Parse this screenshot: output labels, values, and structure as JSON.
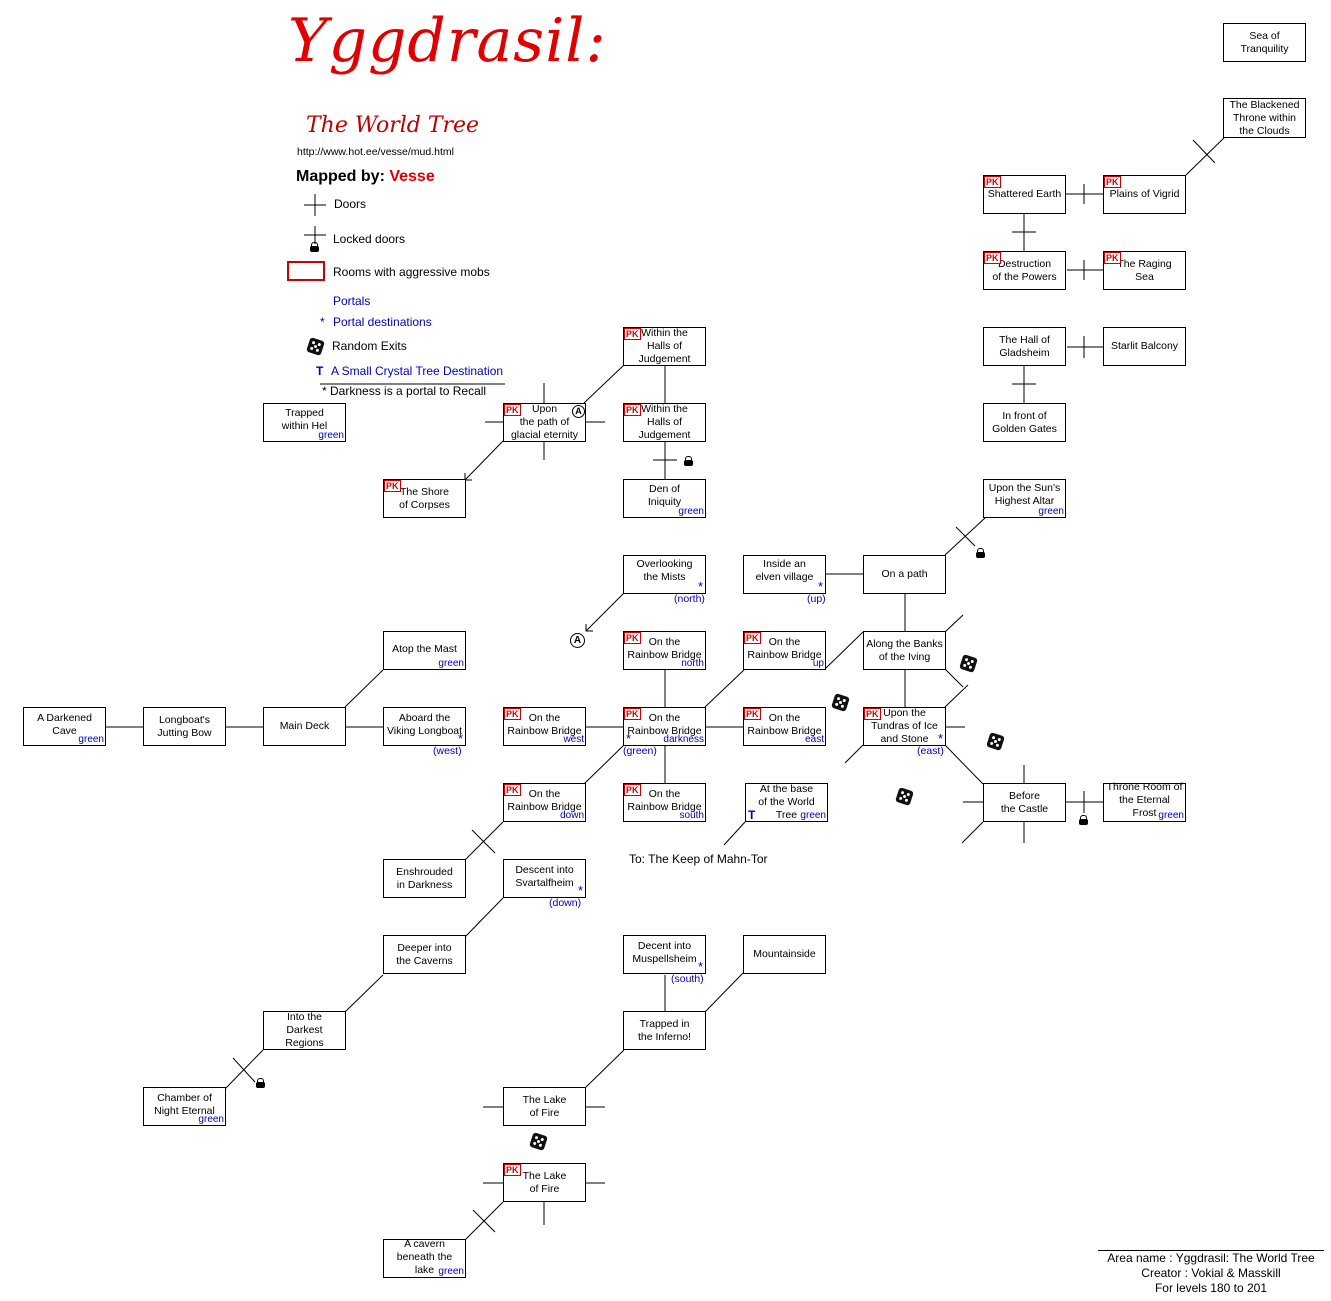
{
  "header": {
    "title": "Yggdrasil:",
    "subtitle": "The World Tree",
    "url": "http://www.hot.ee/vesse/mud.html",
    "mapped_label": "Mapped by:",
    "author": "Vesse"
  },
  "legend": {
    "doors": "Doors",
    "locked_doors": "Locked doors",
    "aggressive": "Rooms with aggressive mobs",
    "portals": "Portals",
    "portal_dest": "Portal destinations",
    "random_exits": "Random Exits",
    "crystal_tree": "A Small Crystal Tree Destination",
    "darkness_note": "* Darkness is a portal to Recall"
  },
  "markers": {
    "pk": "PK",
    "tree": "T",
    "asterisk": "*",
    "circle": "A"
  },
  "colors": {
    "aggressive": "#d00000",
    "portal": "#0000c0",
    "title": "#e00000"
  },
  "rooms": {
    "sea_tranquility": {
      "name": "Sea of\nTranquility"
    },
    "blackened_throne": {
      "name": "The Blackened\nThrone within\nthe Clouds"
    },
    "shattered_earth": {
      "name": "Shattered Earth"
    },
    "plains_vigrid": {
      "name": "Plains of Vigrid"
    },
    "destruction_powers": {
      "name": "Destruction\nof the Powers"
    },
    "raging_sea": {
      "name": "The Raging\nSea"
    },
    "hall_gladsheim": {
      "name": "The Hall of\nGladsheim"
    },
    "starlit_balcony": {
      "name": "Starlit Balcony"
    },
    "golden_gates": {
      "name": "In front of\nGolden Gates"
    },
    "suns_altar": {
      "name": "Upon the Sun's\nHighest Altar",
      "tag": "green"
    },
    "halls_judgement_1": {
      "name": "Within the\nHalls of\nJudgement"
    },
    "halls_judgement_2": {
      "name": "Within the\nHalls of\nJudgement"
    },
    "den_iniquity": {
      "name": "Den of\nIniquity",
      "tag": "green"
    },
    "trapped_hel": {
      "name": "Trapped\nwithin Hel",
      "tag": "green"
    },
    "glacial_eternity": {
      "name": "Upon\nthe path of\nglacial eternity"
    },
    "shore_corpses": {
      "name": "The Shore\nof Corpses"
    },
    "overlooking_mists": {
      "name": "Overlooking\nthe Mists",
      "tag": "(north)"
    },
    "elven_village": {
      "name": "Inside an\nelven village",
      "tag": "(up)"
    },
    "on_a_path": {
      "name": "On a path"
    },
    "atop_mast": {
      "name": "Atop the Mast",
      "tag": "green"
    },
    "rb_north": {
      "name": "On the\nRainbow Bridge",
      "tag": "north"
    },
    "rb_up": {
      "name": "On the\nRainbow Bridge",
      "tag": "up"
    },
    "banks_iving": {
      "name": "Along the Banks\nof the Iving"
    },
    "darkened_cave": {
      "name": "A Darkened\nCave",
      "tag": "green"
    },
    "jutting_bow": {
      "name": "Longboat's\nJutting Bow"
    },
    "main_deck": {
      "name": "Main Deck"
    },
    "viking_longboat": {
      "name": "Aboard the\nViking Longboat",
      "tag": "(west)"
    },
    "rb_west": {
      "name": "On the\nRainbow Bridge",
      "tag": "west"
    },
    "rb_center": {
      "name": "On the\nRainbow Bridge",
      "tag": "darkness",
      "tag2": "(green)"
    },
    "rb_east": {
      "name": "On the\nRainbow Bridge",
      "tag": "east"
    },
    "tundras": {
      "name": "Upon the\nTundras of Ice\nand Stone",
      "tag": "(east)"
    },
    "rb_down": {
      "name": "On the\nRainbow Bridge",
      "tag": "down"
    },
    "rb_south": {
      "name": "On the\nRainbow Bridge",
      "tag": "south"
    },
    "base_world_tree": {
      "name": "At the base\nof the World\nTree",
      "tag": "green"
    },
    "before_castle": {
      "name": "Before\nthe Castle"
    },
    "throne_frost": {
      "name": "Throne Room of\nthe Eternal Frost",
      "tag": "green"
    },
    "enshrouded": {
      "name": "Enshrouded\nin Darkness"
    },
    "svartalfheim": {
      "name": "Descent into\nSvartalfheim",
      "tag": "(down)"
    },
    "deeper_caverns": {
      "name": "Deeper into\nthe Caverns"
    },
    "muspellsheim": {
      "name": "Decent into\nMuspellsheim",
      "tag": "(south)"
    },
    "mountainside": {
      "name": "Mountainside"
    },
    "darkest_regions": {
      "name": "Into the\nDarkest Regions"
    },
    "trapped_inferno": {
      "name": "Trapped in\nthe Inferno!"
    },
    "chamber_night": {
      "name": "Chamber of\nNight Eternal",
      "tag": "green"
    },
    "lake_fire_1": {
      "name": "The Lake\nof Fire"
    },
    "lake_fire_2": {
      "name": "The Lake\nof Fire"
    },
    "cavern_lake": {
      "name": "A cavern\nbeneath  the\nlake",
      "tag": "green"
    }
  },
  "keep_note": "To: The Keep of Mahn-Tor",
  "area_info": {
    "area": "Area name : Yggdrasil: The World Tree",
    "creator": "Creator : Vokial & Masskill",
    "levels": "For levels 180 to 201"
  }
}
